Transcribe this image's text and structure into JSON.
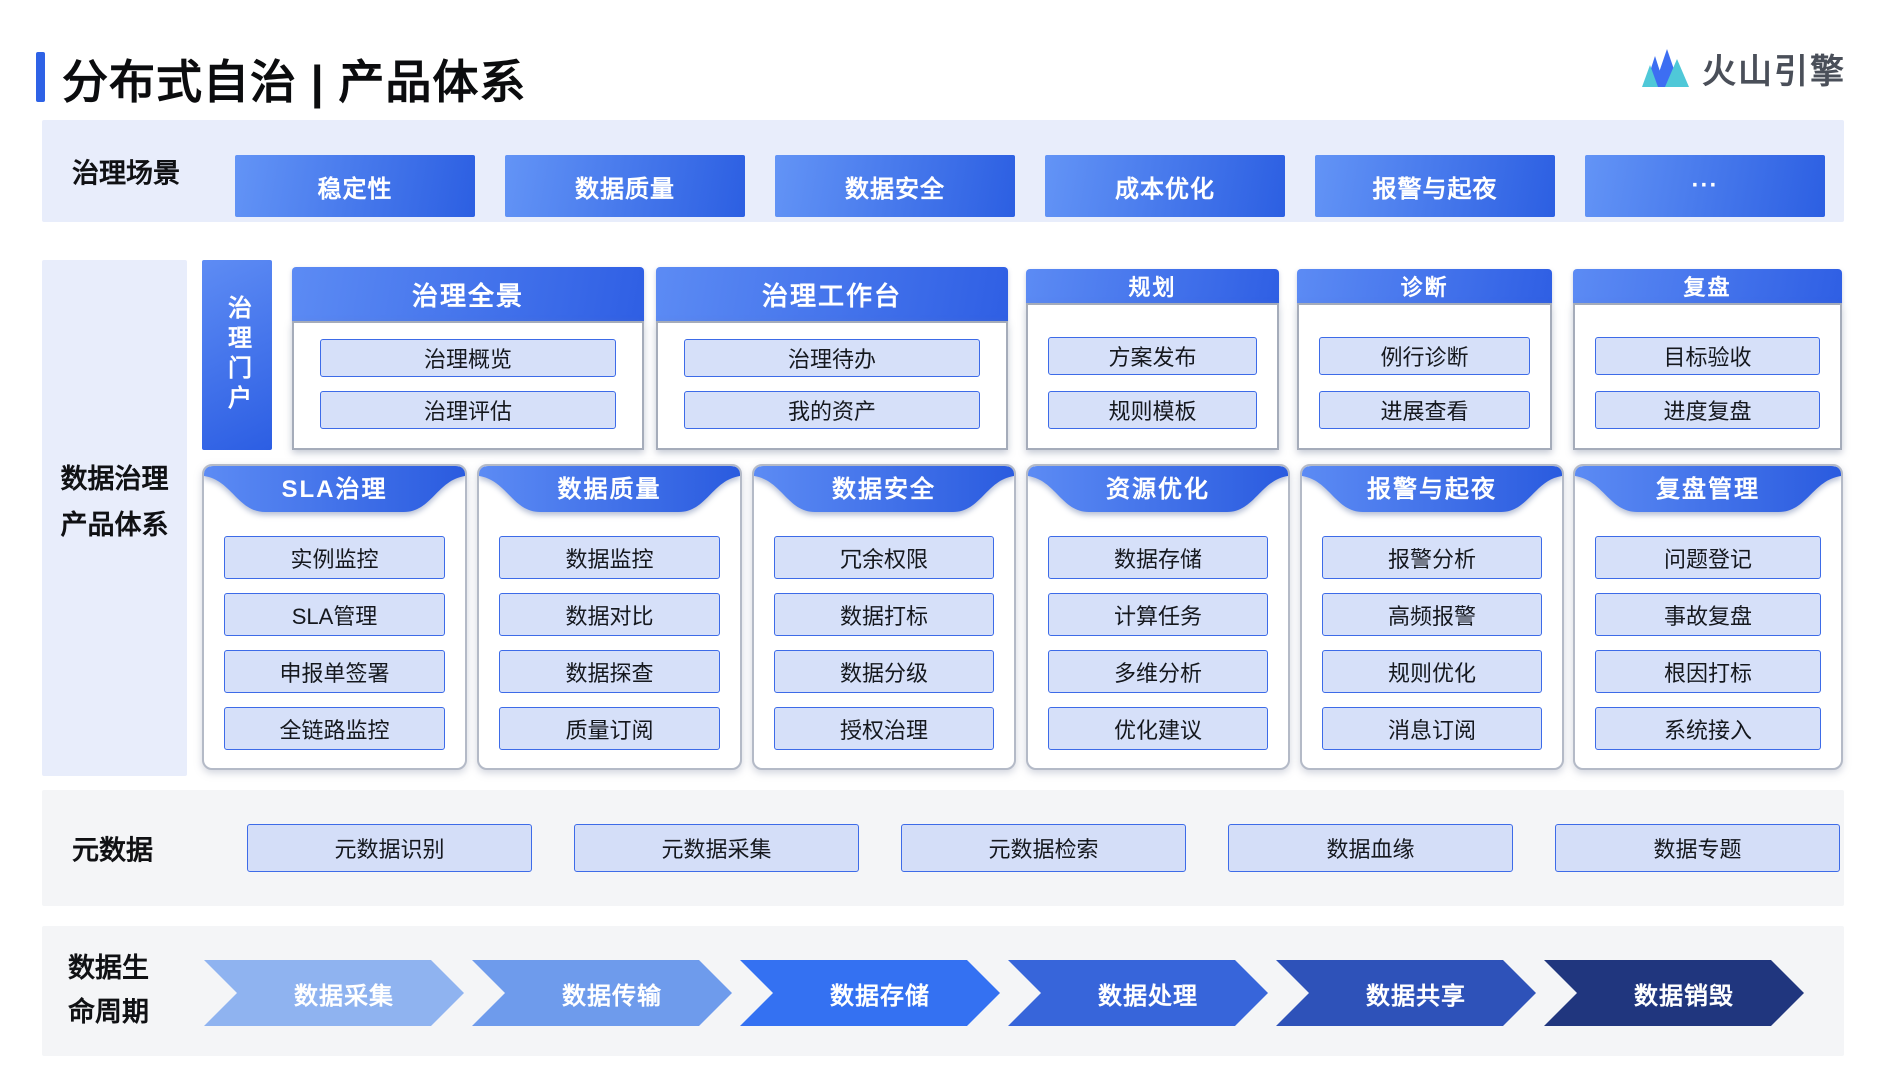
{
  "header": {
    "title": "分布式自治 | 产品体系",
    "logo_text": "火山引擎"
  },
  "scenarios": {
    "label": "治理场景",
    "items": [
      "稳定性",
      "数据质量",
      "数据安全",
      "成本优化",
      "报警与起夜",
      "···"
    ]
  },
  "governance": {
    "sidebar_line1": "数据治理",
    "sidebar_line2": "产品体系",
    "portal_label": "治理门户",
    "panels": [
      {
        "title": "治理全景",
        "items": [
          "治理概览",
          "治理评估"
        ]
      },
      {
        "title": "治理工作台",
        "items": [
          "治理待办",
          "我的资产"
        ]
      },
      {
        "title": "规划",
        "items": [
          "方案发布",
          "规则模板"
        ]
      },
      {
        "title": "诊断",
        "items": [
          "例行诊断",
          "进展查看"
        ]
      },
      {
        "title": "复盘",
        "items": [
          "目标验收",
          "进度复盘"
        ]
      }
    ],
    "cards": [
      {
        "title": "SLA治理",
        "items": [
          "实例监控",
          "SLA管理",
          "申报单签署",
          "全链路监控"
        ]
      },
      {
        "title": "数据质量",
        "items": [
          "数据监控",
          "数据对比",
          "数据探查",
          "质量订阅"
        ]
      },
      {
        "title": "数据安全",
        "items": [
          "冗余权限",
          "数据打标",
          "数据分级",
          "授权治理"
        ]
      },
      {
        "title": "资源优化",
        "items": [
          "数据存储",
          "计算任务",
          "多维分析",
          "优化建议"
        ]
      },
      {
        "title": "报警与起夜",
        "items": [
          "报警分析",
          "高频报警",
          "规则优化",
          "消息订阅"
        ]
      },
      {
        "title": "复盘管理",
        "items": [
          "问题登记",
          "事故复盘",
          "根因打标",
          "系统接入"
        ]
      }
    ]
  },
  "metadata": {
    "label": "元数据",
    "items": [
      "元数据识别",
      "元数据采集",
      "元数据检索",
      "数据血缘",
      "数据专题"
    ]
  },
  "lifecycle": {
    "label_line1": "数据生",
    "label_line2": "命周期",
    "stages": [
      {
        "label": "数据采集",
        "color": "#8FB3F0"
      },
      {
        "label": "数据传输",
        "color": "#6E9BEC"
      },
      {
        "label": "数据存储",
        "color": "#3471F2"
      },
      {
        "label": "数据处理",
        "color": "#3765DA"
      },
      {
        "label": "数据共享",
        "color": "#2E52B9"
      },
      {
        "label": "数据销毁",
        "color": "#20367E"
      }
    ]
  },
  "colors": {
    "accent_blue": "#2E62E6",
    "gradient_start": "#6394F6",
    "gradient_end": "#2C5FE2",
    "pill_fill": "#D6E0F9",
    "pill_border": "#3D6BE8",
    "section_lavender": "#E8EDFB",
    "section_gray": "#F4F5F7",
    "logo_blue": "#3D6EF2",
    "logo_teal": "#4FC8D8",
    "logo_text_gray": "#4A4F59"
  }
}
